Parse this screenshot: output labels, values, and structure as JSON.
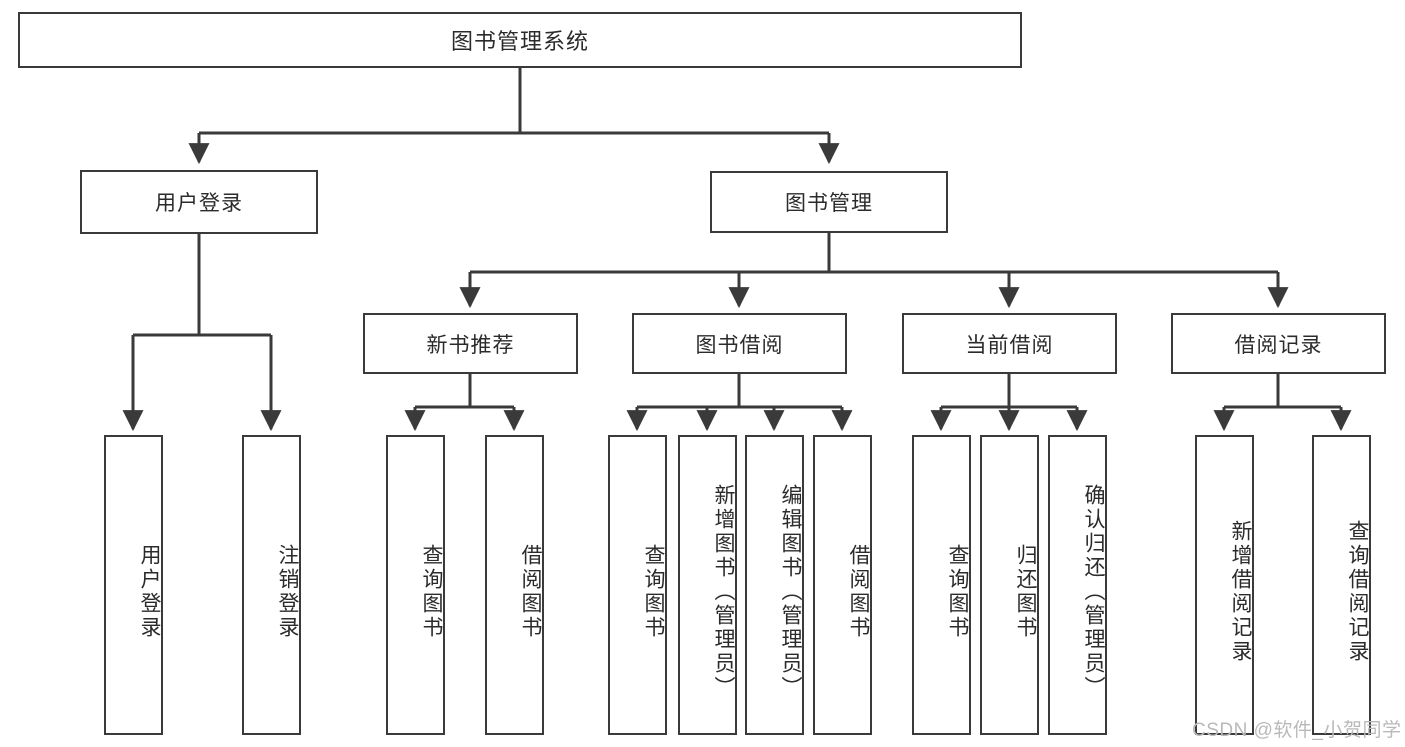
{
  "diagram": {
    "title": "图书管理系统",
    "type": "tree-hierarchy",
    "orientation": "top-down"
  },
  "root": {
    "label": "图书管理系统"
  },
  "level1": [
    {
      "id": "user-login",
      "label": "用户登录"
    },
    {
      "id": "book-management",
      "label": "图书管理"
    }
  ],
  "level2": [
    {
      "id": "new-book-recommend",
      "label": "新书推荐",
      "parent": "book-management"
    },
    {
      "id": "book-borrow",
      "label": "图书借阅",
      "parent": "book-management"
    },
    {
      "id": "current-borrow",
      "label": "当前借阅",
      "parent": "book-management"
    },
    {
      "id": "borrow-record",
      "label": "借阅记录",
      "parent": "book-management"
    }
  ],
  "leaves": {
    "user_login": [
      {
        "id": "leaf-user-login",
        "label": "用户登录"
      },
      {
        "id": "leaf-logout",
        "label": "注销登录"
      }
    ],
    "new_book_recommend": [
      {
        "id": "leaf-query-book-1",
        "label": "查询图书"
      },
      {
        "id": "leaf-borrow-book-1",
        "label": "借阅图书"
      }
    ],
    "book_borrow": [
      {
        "id": "leaf-query-book-2",
        "label": "查询图书"
      },
      {
        "id": "leaf-add-book",
        "label": "新增图书（管理员）"
      },
      {
        "id": "leaf-edit-book",
        "label": "编辑图书（管理员）"
      },
      {
        "id": "leaf-borrow-book-2",
        "label": "借阅图书"
      }
    ],
    "current_borrow": [
      {
        "id": "leaf-query-book-3",
        "label": "查询图书"
      },
      {
        "id": "leaf-return-book",
        "label": "归还图书"
      },
      {
        "id": "leaf-confirm-return",
        "label": "确认归还（管理员）"
      }
    ],
    "borrow_record": [
      {
        "id": "leaf-add-record",
        "label": "新增借阅记录"
      },
      {
        "id": "leaf-query-record",
        "label": "查询借阅记录"
      }
    ]
  },
  "watermark": {
    "text": "CSDN @软件_小贺同学"
  },
  "colors": {
    "stroke": "#3a3a3a",
    "text": "#2b2b2b",
    "background": "#ffffff",
    "watermark": "#b9b9b9"
  }
}
